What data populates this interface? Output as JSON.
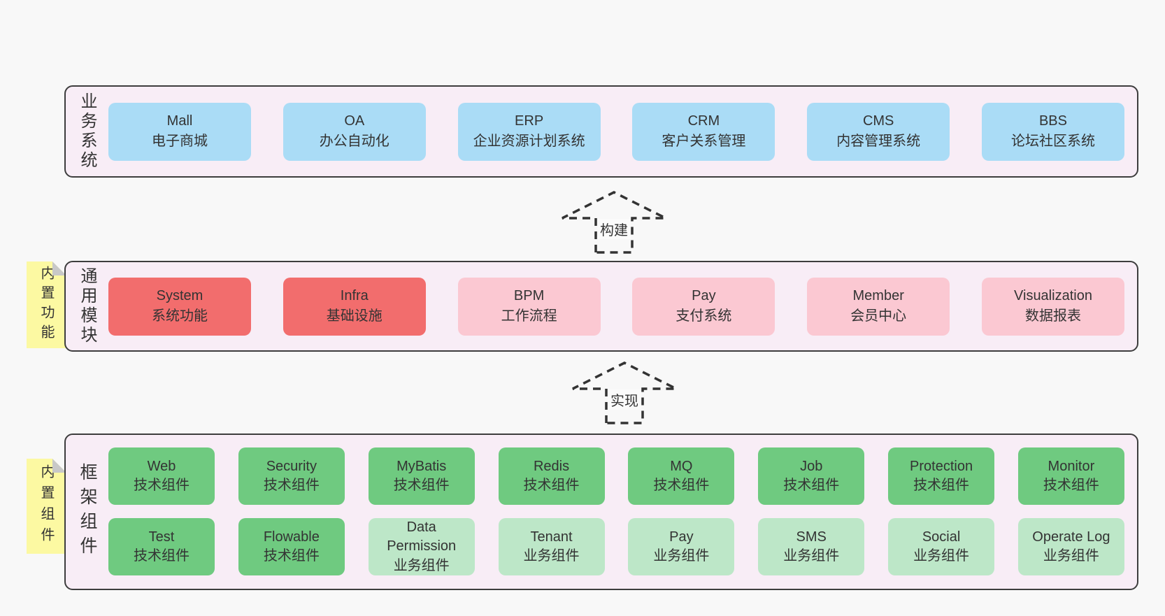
{
  "page": {
    "background": "#f8f8f8"
  },
  "colors": {
    "panel_bg": "#f8edf6",
    "panel_border": "#3d3d3d",
    "blue_box": "#aadcf6",
    "red_box": "#f26d6d",
    "pink_box": "#fbc8d2",
    "green_box": "#6fca80",
    "light_green_box": "#bde7c8",
    "yellow_tab": "#fcf9a2",
    "tab_fold": "#c8c8c8",
    "text": "#333333"
  },
  "business_panel": {
    "label": "业务系统",
    "boxes": [
      {
        "name": "Mall",
        "sub": "电子商城"
      },
      {
        "name": "OA",
        "sub": "办公自动化"
      },
      {
        "name": "ERP",
        "sub": "企业资源计划系统"
      },
      {
        "name": "CRM",
        "sub": "客户关系管理"
      },
      {
        "name": "CMS",
        "sub": "内容管理系统"
      },
      {
        "name": "BBS",
        "sub": "论坛社区系统"
      }
    ]
  },
  "build_arrow": {
    "label": "构建"
  },
  "module_panel": {
    "label": "通用模块",
    "tab": "内置功能",
    "boxes": [
      {
        "name": "System",
        "sub": "系统功能",
        "type": "red"
      },
      {
        "name": "Infra",
        "sub": "基础设施",
        "type": "red"
      },
      {
        "name": "BPM",
        "sub": "工作流程",
        "type": "pink"
      },
      {
        "name": "Pay",
        "sub": "支付系统",
        "type": "pink"
      },
      {
        "name": "Member",
        "sub": "会员中心",
        "type": "pink"
      },
      {
        "name": "Visualization",
        "sub": "数据报表",
        "type": "pink"
      }
    ]
  },
  "implement_arrow": {
    "label": "实现"
  },
  "framework_panel": {
    "label": "框架组件",
    "tab": "内置组件",
    "row1": [
      {
        "name": "Web",
        "sub": "技术组件",
        "type": "green"
      },
      {
        "name": "Security",
        "sub": "技术组件",
        "type": "green"
      },
      {
        "name": "MyBatis",
        "sub": "技术组件",
        "type": "green"
      },
      {
        "name": "Redis",
        "sub": "技术组件",
        "type": "green"
      },
      {
        "name": "MQ",
        "sub": "技术组件",
        "type": "green"
      },
      {
        "name": "Job",
        "sub": "技术组件",
        "type": "green"
      },
      {
        "name": "Protection",
        "sub": "技术组件",
        "type": "green"
      },
      {
        "name": "Monitor",
        "sub": "技术组件",
        "type": "green"
      }
    ],
    "row2": [
      {
        "name": "Test",
        "sub": "技术组件",
        "type": "green"
      },
      {
        "name": "Flowable",
        "sub": "技术组件",
        "type": "green"
      },
      {
        "name": "Data Permission",
        "sub": "业务组件",
        "type": "light-green"
      },
      {
        "name": "Tenant",
        "sub": "业务组件",
        "type": "light-green"
      },
      {
        "name": "Pay",
        "sub": "业务组件",
        "type": "light-green"
      },
      {
        "name": "SMS",
        "sub": "业务组件",
        "type": "light-green"
      },
      {
        "name": "Social",
        "sub": "业务组件",
        "type": "light-green"
      },
      {
        "name": "Operate Log",
        "sub": "业务组件",
        "type": "light-green"
      }
    ]
  }
}
